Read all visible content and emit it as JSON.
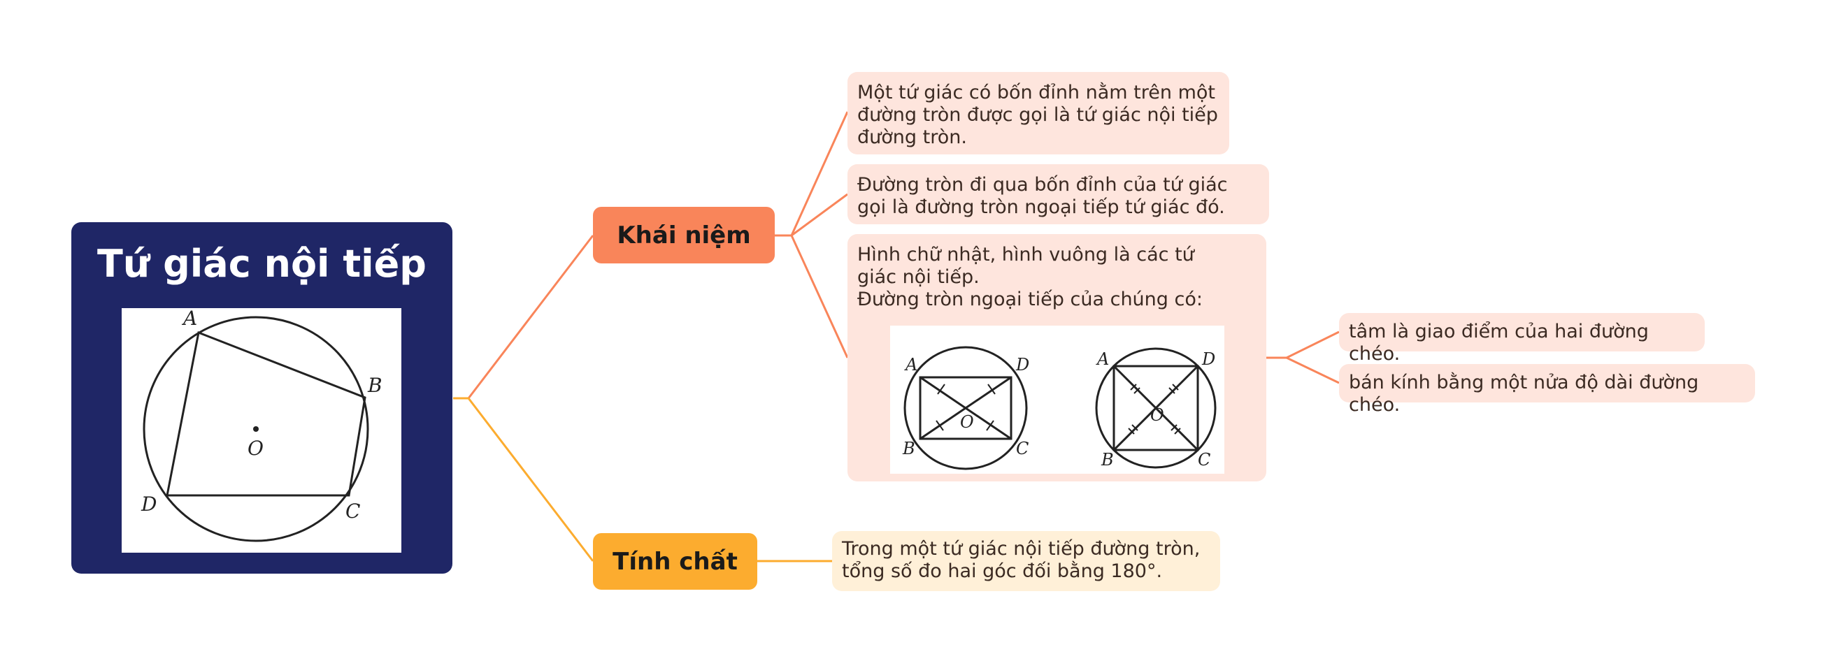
{
  "central": {
    "title": "Tứ giác nội tiếp",
    "figure": {
      "labels": {
        "A": "A",
        "B": "B",
        "C": "C",
        "D": "D",
        "O": "O"
      }
    }
  },
  "branches": [
    {
      "label": "Khái niệm",
      "color": "#f9855a"
    },
    {
      "label": "Tính chất",
      "color": "#fcac2f"
    }
  ],
  "khai_niem": {
    "def1": "Một tứ giác có bốn đỉnh nằm trên một đường tròn được gọi là tứ giác nội tiếp đường tròn.",
    "def2": "Đường tròn đi qua bốn đỉnh của tứ giác gọi là đường tròn ngoại tiếp tứ giác đó.",
    "rect_line1": "Hình chữ nhật, hình vuông là các tứ giác nội tiếp.",
    "rect_line2": "Đường tròn ngoại tiếp của chúng có:",
    "figure_labels": {
      "A": "A",
      "B": "B",
      "C": "C",
      "D": "D",
      "O": "O"
    },
    "sub": [
      "tâm là giao điểm của hai đường chéo.",
      "bán kính bằng một nửa độ dài đường chéo."
    ]
  },
  "tinh_chat": {
    "text": "Trong một tứ giác nội tiếp đường tròn, tổng số đo hai góc đối bằng 180°."
  },
  "colors": {
    "central_bg": "#1f2666",
    "leaf_orange": "#fee5dd",
    "leaf_yellow": "#fff0d8",
    "line_orange": "#f9855a",
    "line_yellow": "#fcac2f"
  }
}
